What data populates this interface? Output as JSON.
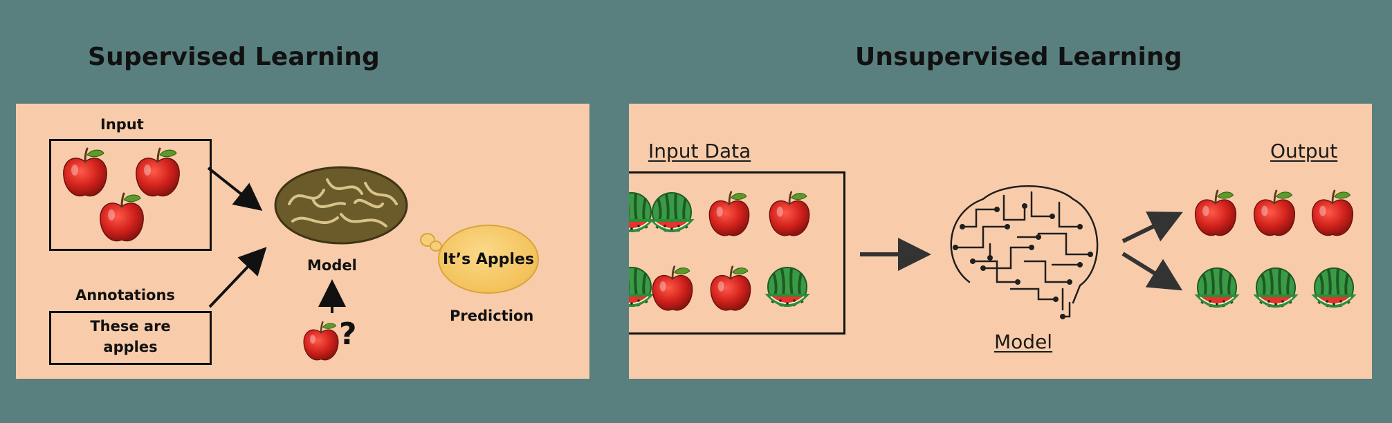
{
  "titles": {
    "left": "Supervised Learning",
    "right": "Unsupervised Learning"
  },
  "supervised": {
    "input_label": "Input",
    "annotations_label": "Annotations",
    "annotation_line1": "These are",
    "annotation_line2": "apples",
    "model_label": "Model",
    "question_mark": "?",
    "bubble_text": "It’s Apples",
    "prediction_label": "Prediction"
  },
  "unsupervised": {
    "input_label": "Input Data",
    "output_label": "Output",
    "model_label": "Model"
  },
  "colors": {
    "background": "#5a7f7f",
    "panel": "#f8ccaa",
    "apple": "#d3221c",
    "watermelon_rind": "#2e8b3d",
    "brain": "#6b5a2a",
    "bubble": "#f3c25a"
  },
  "icons": [
    "apple-icon",
    "watermelon-icon",
    "brain-icon",
    "circuit-brain-icon",
    "arrow-icon",
    "thought-bubble-icon"
  ]
}
